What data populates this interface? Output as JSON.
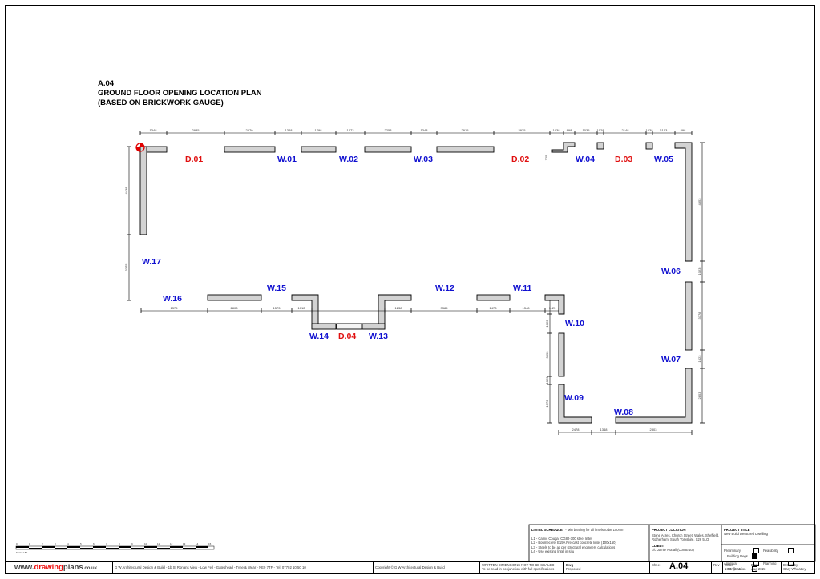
{
  "heading": {
    "sheet_ref": "A.04",
    "line1": "GROUND FLOOR OPENING LOCATION PLAN",
    "line2": "(BASED ON BRICKWORK GAUGE)"
  },
  "colors": {
    "window_label": "#1010d0",
    "door_label": "#e01010",
    "wall_fill": "#d3d3d3",
    "marker": "#e00000"
  },
  "openings": {
    "d01": "D.01",
    "w01": "W.01",
    "w02": "W.02",
    "w03": "W.03",
    "d02": "D.02",
    "w04": "W.04",
    "d03": "D.03",
    "w05": "W.05",
    "w06": "W.06",
    "w07": "W.07",
    "w08": "W.08",
    "w09": "W.09",
    "w10": "W.10",
    "w11": "W.11",
    "w12": "W.12",
    "w13": "W.13",
    "d04": "D.04",
    "w14": "W.14",
    "w15": "W.15",
    "w16": "W.16",
    "w17": "W.17"
  },
  "dims": {
    "top": [
      "1348",
      "2935",
      "2570",
      "1348",
      "1798",
      "1473",
      "2253",
      "1348",
      "2915",
      "2935",
      "1038",
      "898",
      "1035",
      "1028",
      "2148",
      "1038",
      "1123",
      "898"
    ],
    "top_small": "725",
    "left": [
      "4438",
      "3375"
    ],
    "right": [
      "4853",
      "1023",
      "3378",
      "1023",
      "2853"
    ],
    "mid": [
      "1375",
      "2803",
      "1573",
      "1012",
      "1238",
      "3385",
      "1473",
      "1348",
      "1125"
    ],
    "east_inner": [
      "1023",
      "3893",
      "1023",
      "1973"
    ],
    "bottom": [
      "2478",
      "1348",
      "2803"
    ]
  },
  "lintel": {
    "title": "LINTEL SCHEDULE",
    "note": "- Min bearing for all lintels to be 150mm",
    "items": [
      "L1 - Catnic Cougar CG80-300 steel lintel",
      "L2 - Boumecrete B15A Pre-cast concrete lintel (100x150)",
      "L3 - Steels to be as per structural engineers calculations",
      "L4 - Use existing lintel in situ"
    ]
  },
  "project_location": {
    "label": "PROJECT LOCATION",
    "address": "Stone Acres, Church Street, Wales, Sheffield, Rotherham, South Yorkshire, S26 5LQ",
    "client_label": "CLIENT",
    "client": "c/o Jamie Nuttall (Construct)"
  },
  "project_title": {
    "label": "PROJECT TITLE",
    "value": "New Build Detached Dwelling"
  },
  "status": {
    "preliminary": "Preliminary",
    "feasibility": "Feasibility",
    "building_regs": "Building Regs",
    "approval": "Approval",
    "planning": "Planning",
    "construction": "Construction"
  },
  "scalebar": {
    "ticks": [
      "0",
      "1",
      "2",
      "3",
      "4",
      "5",
      "6",
      "7",
      "8",
      "9",
      "10",
      "11",
      "12",
      "13",
      "14",
      "15"
    ],
    "caption": "Scale 1:50"
  },
  "footer": {
    "logo_a": "www.",
    "logo_b": "drawing",
    "logo_c": "plans",
    "logo_d": ".co.uk",
    "company": "G W Architectural Design & Build - 1b St Ronans View - Low Fell - Gateshead - Tyne & Wear - NE9 7TF - Tel: 07702 10 50 10",
    "copyright": "Copyright © G W Architectural Design & Build",
    "warning1": "WRITTEN DIMENSIONS NOT TO BE SCALED",
    "warning2": "To be read in conjunction with full specifications",
    "dwg_label": "Dwg",
    "dwg_value": "Proposed",
    "sheet_label": "Sheet",
    "sheet_value": "A.04",
    "rev_label": "Rev",
    "rev_value": "",
    "scale_label": "Scale",
    "scale_value": "1:50 @ A1",
    "date_label": "Date",
    "date_value": "Aug 2023",
    "drawn_label": "Drawn by",
    "drawn_value": "Gary Wheatley"
  }
}
